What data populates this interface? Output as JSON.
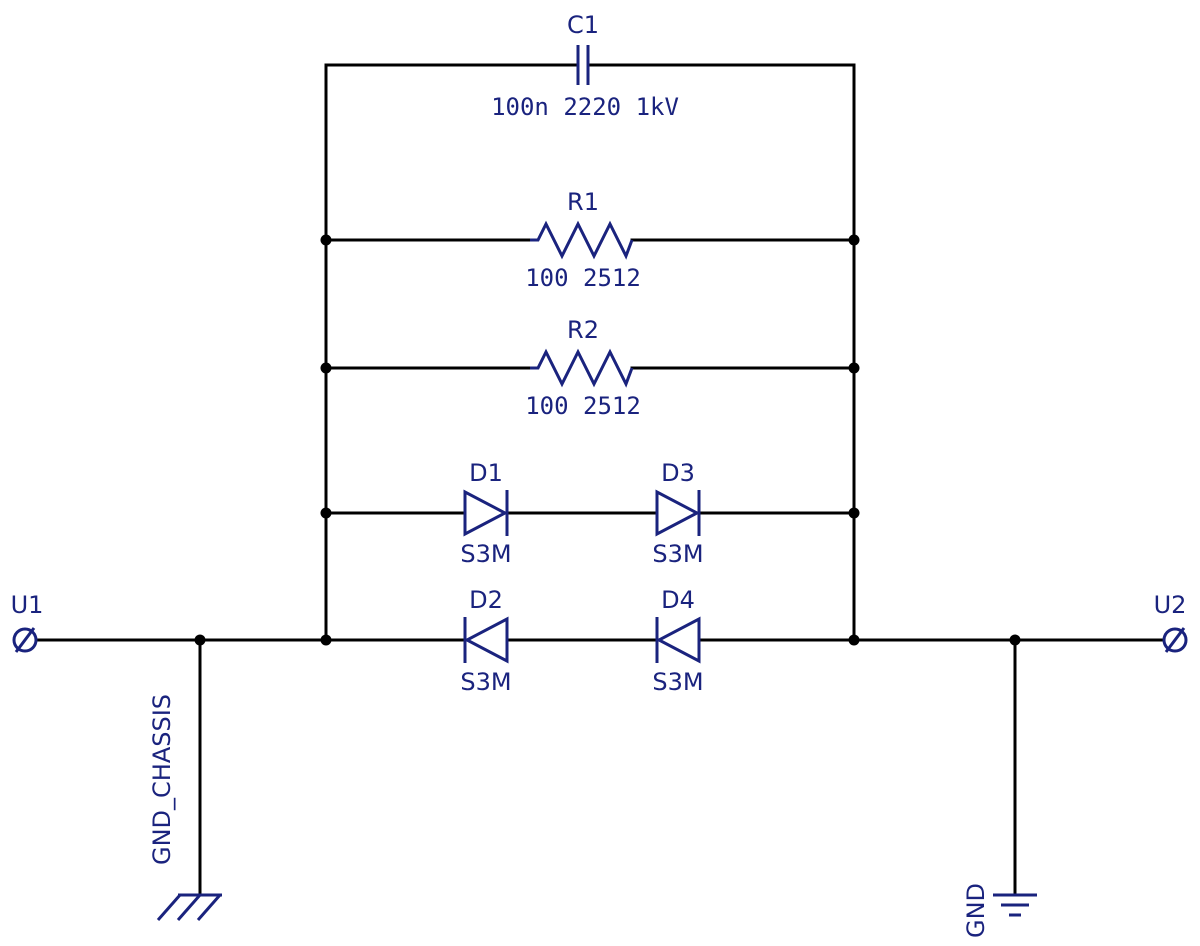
{
  "colors": {
    "wire": "#000000",
    "symbol": "#1a237e",
    "background": "#ffffff"
  },
  "components": {
    "c1": {
      "ref": "C1",
      "value": "100n 2220 1kV"
    },
    "r1": {
      "ref": "R1",
      "value": "100 2512"
    },
    "r2": {
      "ref": "R2",
      "value": "100 2512"
    },
    "d1": {
      "ref": "D1",
      "value": "S3M"
    },
    "d2": {
      "ref": "D2",
      "value": "S3M"
    },
    "d3": {
      "ref": "D3",
      "value": "S3M"
    },
    "d4": {
      "ref": "D4",
      "value": "S3M"
    }
  },
  "terminals": {
    "u1": {
      "ref": "U1"
    },
    "u2": {
      "ref": "U2"
    }
  },
  "grounds": {
    "chassis": {
      "label": "GND_CHASSIS"
    },
    "signal": {
      "label": "GND"
    }
  }
}
